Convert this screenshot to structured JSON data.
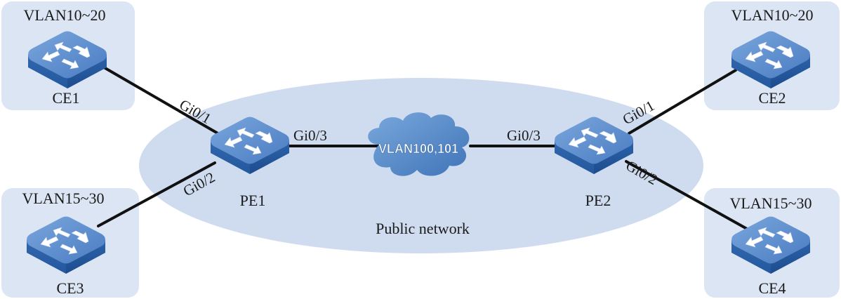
{
  "diagram": {
    "colors": {
      "box_fill": "#dbe5f3",
      "ellipse_fill": "#ccdaee",
      "link": "#111111",
      "switch_top": "#5b8ccc",
      "switch_side": "#2f65b0",
      "cloud": "#5a8fcf"
    },
    "public_network": {
      "label": "Public network"
    },
    "cloud": {
      "label": "VLAN100,101",
      "icon": "cloud-icon"
    },
    "devices": [
      {
        "id": "CE1",
        "label": "CE1",
        "vlan": "VLAN10~20",
        "icon": "switch-icon"
      },
      {
        "id": "CE2",
        "label": "CE2",
        "vlan": "VLAN10~20",
        "icon": "switch-icon"
      },
      {
        "id": "CE3",
        "label": "CE3",
        "vlan": "VLAN15~30",
        "icon": "switch-icon"
      },
      {
        "id": "CE4",
        "label": "CE4",
        "vlan": "VLAN15~30",
        "icon": "switch-icon"
      },
      {
        "id": "PE1",
        "label": "PE1",
        "icon": "switch-icon"
      },
      {
        "id": "PE2",
        "label": "PE2",
        "icon": "switch-icon"
      }
    ],
    "ports": {
      "pe1_gi01": "Gi0/1",
      "pe1_gi02": "Gi0/2",
      "pe1_gi03": "Gi0/3",
      "pe2_gi01": "Gi0/1",
      "pe2_gi02": "Gi0/2",
      "pe2_gi03": "Gi0/3"
    }
  }
}
